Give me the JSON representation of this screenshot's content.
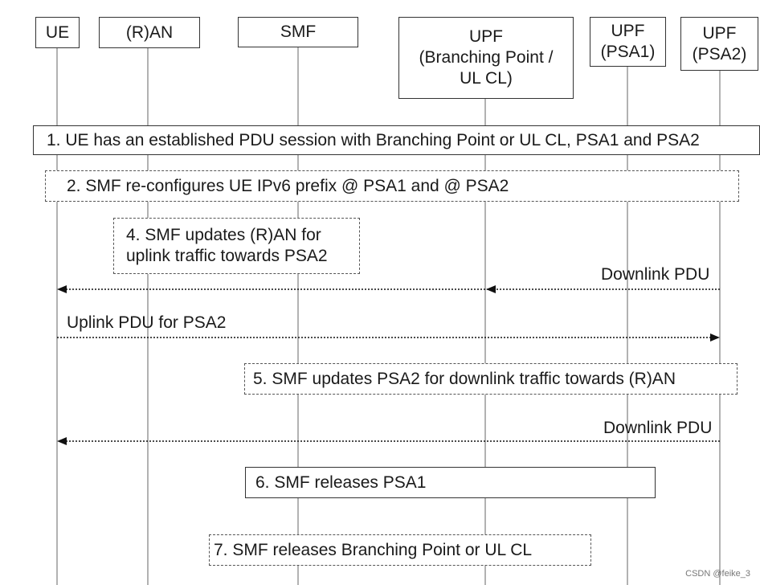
{
  "entities": [
    {
      "id": "ue",
      "label": "UE"
    },
    {
      "id": "ran",
      "label": "(R)AN"
    },
    {
      "id": "smf",
      "label": "SMF"
    },
    {
      "id": "upf-bp",
      "label": "UPF\n(Branching Point /\nUL CL)"
    },
    {
      "id": "upf-psa1",
      "label": "UPF\n(PSA1)"
    },
    {
      "id": "upf-psa2",
      "label": "UPF\n(PSA2)"
    }
  ],
  "steps": {
    "s1": "1. UE has an established PDU session with Branching Point or UL CL, PSA1 and PSA2",
    "s2": "2. SMF re-configures UE IPv6 prefix @ PSA1 and @ PSA2",
    "s4": "4. SMF updates (R)AN for\nuplink traffic towards PSA2",
    "s5": "5. SMF updates PSA2 for downlink traffic towards (R)AN",
    "s6": "6. SMF releases PSA1",
    "s7": "7. SMF releases Branching Point or UL CL"
  },
  "messages": {
    "downlink1": "Downlink PDU",
    "uplink": "Uplink PDU for PSA2",
    "downlink2": "Downlink PDU"
  },
  "watermark": "CSDN @feike_3"
}
